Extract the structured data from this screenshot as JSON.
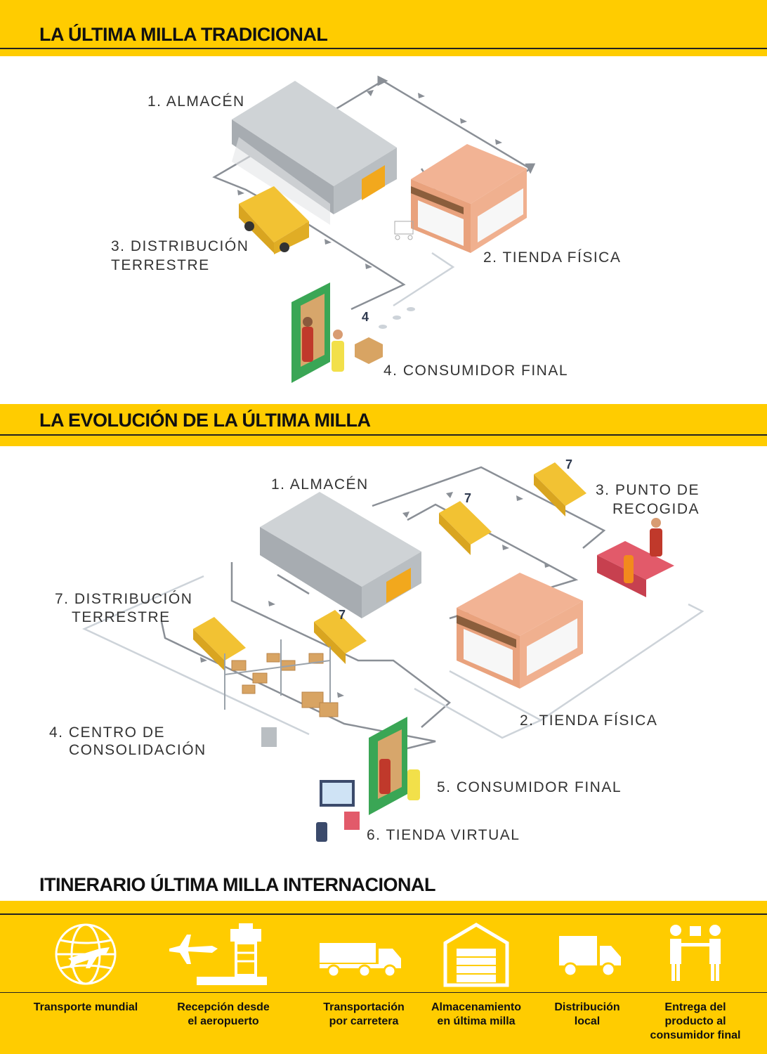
{
  "section1": {
    "title": "LA ÚLTIMA MILLA TRADICIONAL",
    "labels": {
      "almacen": "1. ALMACÉN",
      "tienda": "2. TIENDA FÍSICA",
      "distribucion_line1": "3. DISTRIBUCIÓN",
      "distribucion_line2": "TERRESTRE",
      "consumidor": "4. CONSUMIDOR FINAL"
    },
    "door_step_number": "4"
  },
  "section2": {
    "title": "LA EVOLUCIÓN DE LA ÚLTIMA MILLA",
    "labels": {
      "almacen": "1. ALMACÉN",
      "punto_line1": "3. PUNTO DE",
      "punto_line2": "RECOGIDA",
      "distribucion_line1": "7. DISTRIBUCIÓN",
      "distribucion_line2": "TERRESTRE",
      "centro_line1": "4. CENTRO DE",
      "centro_line2": "CONSOLIDACIÓN",
      "tienda": "2. TIENDA FÍSICA",
      "consumidor": "5. CONSUMIDOR FINAL",
      "virtual": "6. TIENDA VIRTUAL"
    },
    "van_step_number": "7"
  },
  "section3": {
    "title": "ITINERARIO ÚLTIMA MILLA INTERNACIONAL",
    "steps": [
      {
        "icon": "globe-plane-icon",
        "line1": "Transporte mundial",
        "line2": "",
        "line3": ""
      },
      {
        "icon": "plane-tower-icon",
        "line1": "Recepción desde",
        "line2": "el aeropuerto",
        "line3": ""
      },
      {
        "icon": "semi-truck-icon",
        "line1": "Transportación",
        "line2": "por carretera",
        "line3": ""
      },
      {
        "icon": "warehouse-icon",
        "line1": "Almacenamiento",
        "line2": "en última milla",
        "line3": ""
      },
      {
        "icon": "delivery-truck-icon",
        "line1": "Distribución",
        "line2": "local",
        "line3": ""
      },
      {
        "icon": "handover-icon",
        "line1": "Entrega del",
        "line2": "producto al",
        "line3": "consumidor final"
      }
    ]
  },
  "colors": {
    "brand_yellow": "#ffcc00",
    "route_gray": "#8a8f96",
    "van_yellow": "#f2c233",
    "shop_pink": "#f2b394",
    "door_green": "#3aa655"
  }
}
